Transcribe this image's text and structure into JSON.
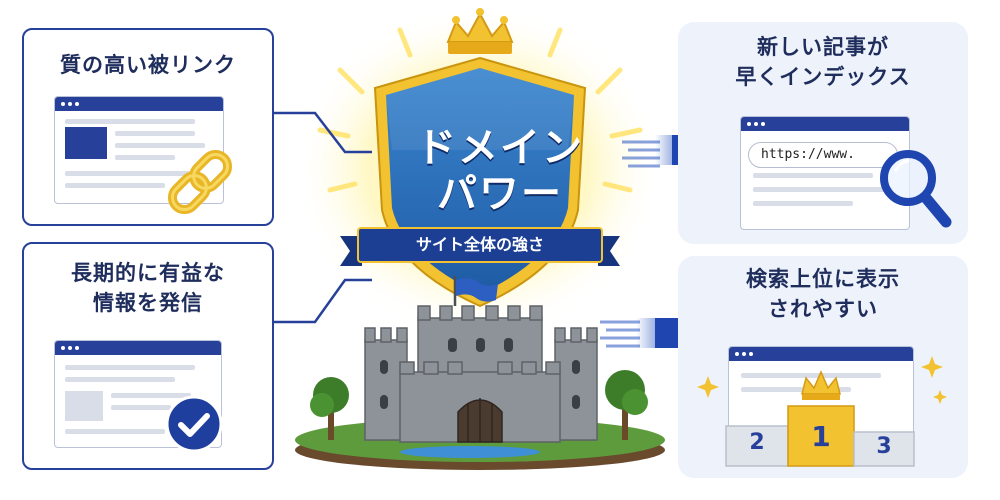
{
  "left_cards": [
    {
      "title": "質の高い被リンク"
    },
    {
      "title_line1": "長期的に有益な",
      "title_line2": "情報を発信"
    }
  ],
  "center": {
    "shield_line1": "ドメイン",
    "shield_line2": "パワー",
    "banner": "サイト全体の強さ"
  },
  "right_cards": [
    {
      "title_line1": "新しい記事が",
      "title_line2": "早くインデックス",
      "url": "https://www."
    },
    {
      "title_line1": "検索上位に表示",
      "title_line2": "されやすい",
      "podium": [
        "2",
        "1",
        "3"
      ]
    }
  ],
  "colors": {
    "navy": "#27409a",
    "shield_blue": "#2f6fb8",
    "gold": "#f2c230",
    "castle_gray": "#8d9399",
    "check_blue": "#1f3f9e"
  },
  "icons": [
    "link-chain-icon",
    "check-circle-icon",
    "magnifier-icon",
    "crown-icon",
    "flag-icon",
    "sparkle-icon"
  ]
}
